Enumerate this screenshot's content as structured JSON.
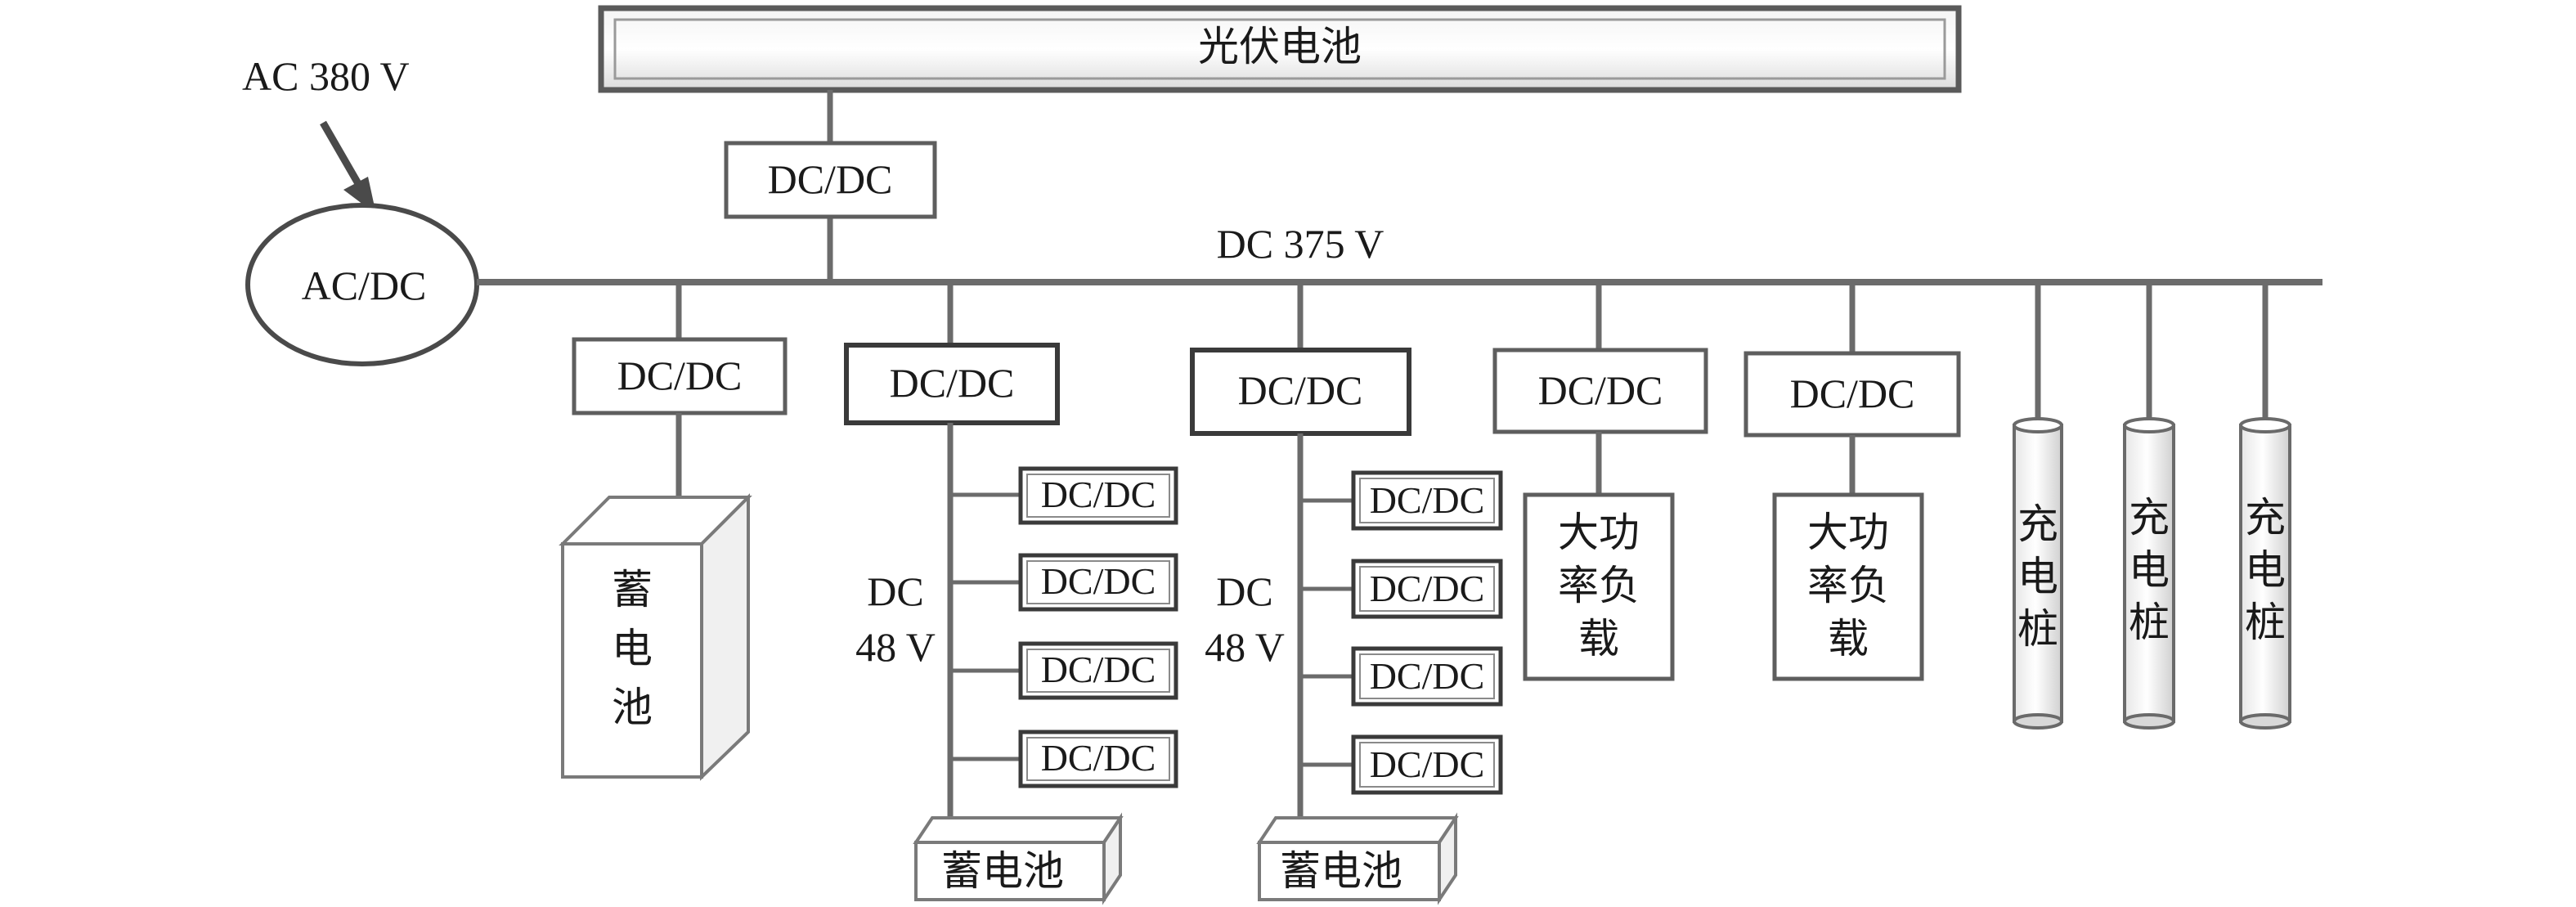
{
  "pv": {
    "label": "光伏电池"
  },
  "ac_source": {
    "label": "AC 380 V"
  },
  "ac_dc": {
    "label": "AC/DC"
  },
  "bus": {
    "label": "DC 375 V"
  },
  "converter": {
    "label": "DC/DC"
  },
  "battery_tall": {
    "label": [
      "蓄",
      "电",
      "池"
    ]
  },
  "battery_small": {
    "label": "蓄电池"
  },
  "dc48": {
    "line1": "DC",
    "line2": "48 V"
  },
  "load": {
    "line1": "大功",
    "line2": "率负",
    "line3": "载"
  },
  "charger": {
    "label": [
      "充",
      "电",
      "桩"
    ]
  }
}
